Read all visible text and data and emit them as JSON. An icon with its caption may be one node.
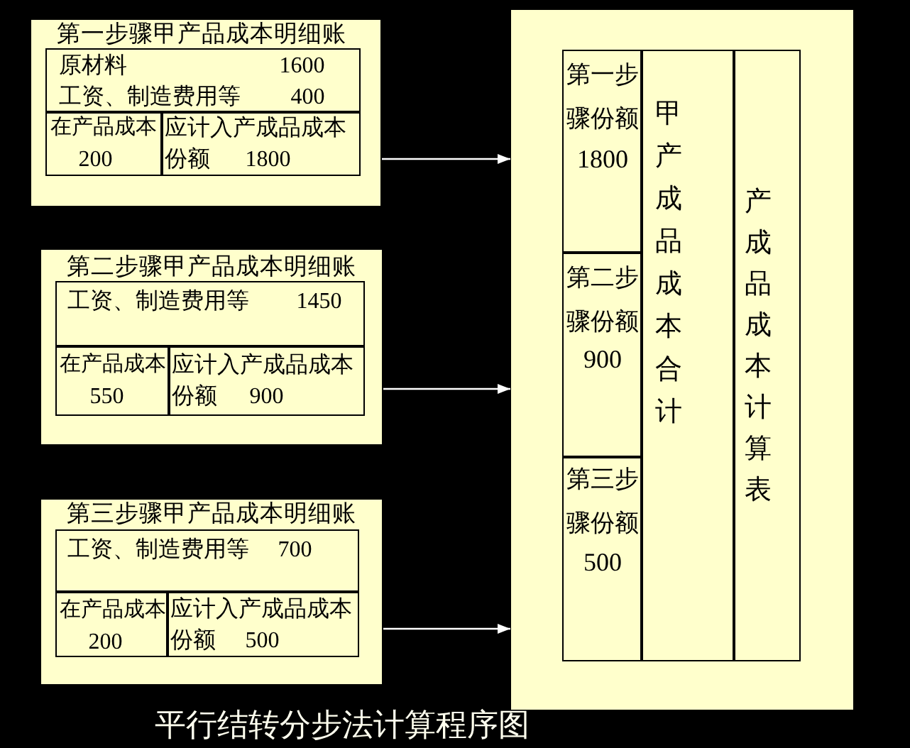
{
  "diagram": {
    "caption": "平行结转分步法计算程序图",
    "nodes": [
      {
        "text": [
          "第一步骤甲产品成本明细账"
        ]
      },
      {
        "text": [
          "原材料",
          "1600",
          "工资、制造费用等",
          "400"
        ],
        "in": 0
      },
      {
        "text": [
          "在产品成本",
          "200"
        ],
        "in": 0
      },
      {
        "text": [
          "应计入产成品成本份额",
          "1800"
        ],
        "in": 0
      },
      {
        "text": [
          "第二步骤甲产品成本明细账"
        ]
      },
      {
        "text": [
          "工资、制造费用等",
          "1450"
        ],
        "in": 4
      },
      {
        "text": [
          "在产品成本",
          "550"
        ],
        "in": 4
      },
      {
        "text": [
          "应计入产成品成本份额",
          "900"
        ],
        "in": 4
      },
      {
        "text": [
          "第三步骤甲产品成本明细账"
        ]
      },
      {
        "text": [
          "工资、制造费用等",
          "700"
        ],
        "in": 8
      },
      {
        "text": [
          "在产品成本",
          "200"
        ],
        "in": 8
      },
      {
        "text": [
          "应计入产成品成本份额",
          "500"
        ],
        "in": 8
      },
      {
        "text": [],
        "shape": "box"
      },
      {
        "text": [
          "第一步骤份额",
          "1800"
        ],
        "in": 12
      },
      {
        "text": [
          "甲产成品成本合计"
        ],
        "in": 12
      },
      {
        "text": [
          "产成品成本计算表"
        ],
        "in": 12
      },
      {
        "text": [
          "第二步骤份额",
          "900"
        ],
        "in": 12
      },
      {
        "text": [
          "第三步骤份额",
          "500"
        ],
        "in": 12
      }
    ],
    "edges": [
      {
        "from": 0,
        "to": 12,
        "arrow": "to"
      },
      {
        "from": 4,
        "to": 12,
        "arrow": "to"
      },
      {
        "from": 8,
        "to": 12,
        "arrow": "to"
      }
    ]
  }
}
